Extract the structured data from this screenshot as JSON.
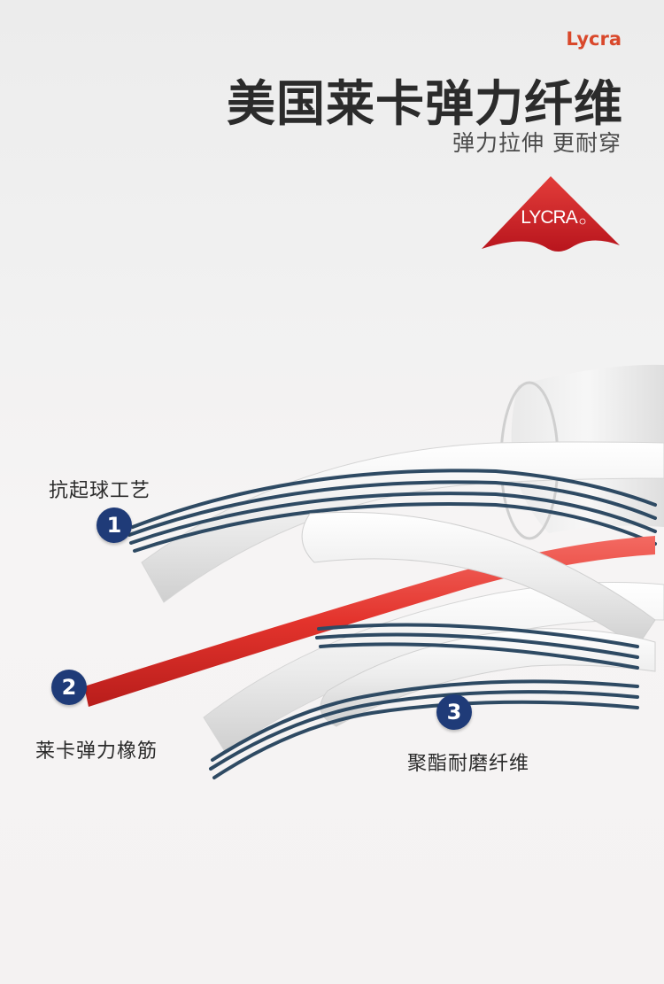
{
  "header": {
    "brand_tag": "Lycra",
    "title": "美国莱卡弹力纤维",
    "subtitle": "弹力拉伸 更耐穿"
  },
  "logo": {
    "text": "LYCRA",
    "color": "#d3222c"
  },
  "callouts": [
    {
      "number": "1",
      "label": "抗起球工艺"
    },
    {
      "number": "2",
      "label": "莱卡弹力橡筋"
    },
    {
      "number": "3",
      "label": "聚酯耐磨纤维"
    }
  ],
  "colors": {
    "accent": "#d9482b",
    "marker": "#1f3b78",
    "fiber_blue": "#2e4a63",
    "fiber_red": "#e8372f",
    "fiber_white": "#ededed"
  }
}
